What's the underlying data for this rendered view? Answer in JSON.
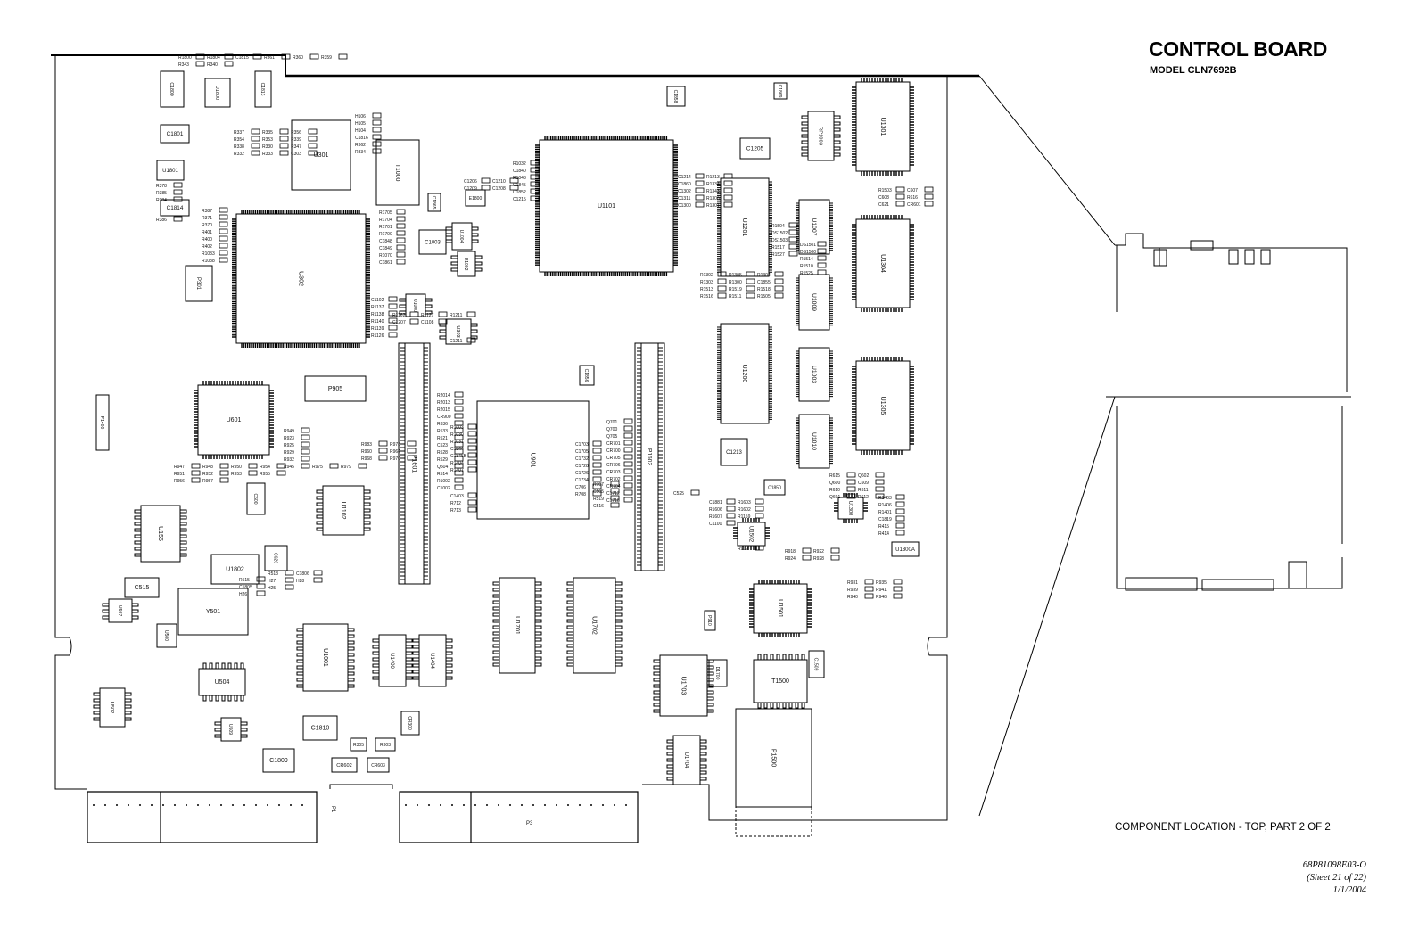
{
  "header": {
    "title": "CONTROL BOARD",
    "model": "MODEL CLN7692B"
  },
  "caption": "COMPONENT LOCATION - TOP, PART 2 OF 2",
  "footer": {
    "doc_number": "68P81098E03-O",
    "sheet": "(Sheet 21 of 22)",
    "date": "1/1/2004"
  },
  "components": [
    {
      "ref": "U302",
      "kind": "qfp"
    },
    {
      "ref": "U301",
      "kind": "bga"
    },
    {
      "ref": "U1101",
      "kind": "qfp"
    },
    {
      "ref": "U1201",
      "kind": "tsop"
    },
    {
      "ref": "U1200",
      "kind": "tsop"
    },
    {
      "ref": "U901",
      "kind": "bga"
    },
    {
      "ref": "P1601",
      "kind": "connector"
    },
    {
      "ref": "P1602",
      "kind": "connector"
    },
    {
      "ref": "U601",
      "kind": "qfp"
    },
    {
      "ref": "P905",
      "kind": "block"
    },
    {
      "ref": "P1400",
      "kind": "block"
    },
    {
      "ref": "P301",
      "kind": "block"
    },
    {
      "ref": "T1000",
      "kind": "block"
    },
    {
      "ref": "C1003",
      "kind": "block"
    },
    {
      "ref": "C1205",
      "kind": "block"
    },
    {
      "ref": "RP1003",
      "kind": "soic"
    },
    {
      "ref": "U1301",
      "kind": "qfp"
    },
    {
      "ref": "U1304",
      "kind": "qfp"
    },
    {
      "ref": "U1305",
      "kind": "qfp"
    },
    {
      "ref": "U1007",
      "kind": "tsop"
    },
    {
      "ref": "U1009",
      "kind": "tsop"
    },
    {
      "ref": "U1003",
      "kind": "tsop"
    },
    {
      "ref": "U1010",
      "kind": "tsop"
    },
    {
      "ref": "C1213",
      "kind": "block"
    },
    {
      "ref": "C1850",
      "kind": "block"
    },
    {
      "ref": "U1102",
      "kind": "soic"
    },
    {
      "ref": "U155",
      "kind": "soic"
    },
    {
      "ref": "U1802",
      "kind": "block"
    },
    {
      "ref": "C626",
      "kind": "block"
    },
    {
      "ref": "Y501",
      "kind": "block"
    },
    {
      "ref": "C515",
      "kind": "block"
    },
    {
      "ref": "U1001",
      "kind": "soic"
    },
    {
      "ref": "U1400",
      "kind": "soic"
    },
    {
      "ref": "U1404",
      "kind": "soic"
    },
    {
      "ref": "U504",
      "kind": "soic"
    },
    {
      "ref": "U1701",
      "kind": "soic"
    },
    {
      "ref": "U1702",
      "kind": "soic"
    },
    {
      "ref": "U1703",
      "kind": "soic"
    },
    {
      "ref": "U1704",
      "kind": "soic"
    },
    {
      "ref": "U1501",
      "kind": "qfp"
    },
    {
      "ref": "T1500",
      "kind": "soic"
    },
    {
      "ref": "P1500",
      "kind": "block"
    },
    {
      "ref": "C1809",
      "kind": "block"
    },
    {
      "ref": "C1810",
      "kind": "block"
    },
    {
      "ref": "U502",
      "kind": "soic"
    },
    {
      "ref": "U1502",
      "kind": "qfp"
    },
    {
      "ref": "U1300",
      "kind": "qfp"
    },
    {
      "ref": "CR602",
      "kind": "block"
    },
    {
      "ref": "CR603",
      "kind": "block"
    },
    {
      "ref": "C1800",
      "kind": "block"
    },
    {
      "ref": "C1813",
      "kind": "block"
    },
    {
      "ref": "C1801",
      "kind": "block"
    },
    {
      "ref": "C1814",
      "kind": "block"
    },
    {
      "ref": "U1800",
      "kind": "block"
    },
    {
      "ref": "U1801",
      "kind": "block"
    },
    {
      "ref": "C1858",
      "kind": "block"
    },
    {
      "ref": "C1869",
      "kind": "block"
    },
    {
      "ref": "C1856",
      "kind": "block"
    },
    {
      "ref": "C600",
      "kind": "block"
    },
    {
      "ref": "U303",
      "kind": "soic"
    },
    {
      "ref": "U1000",
      "kind": "soic"
    },
    {
      "ref": "U1004",
      "kind": "soic"
    },
    {
      "ref": "U1002",
      "kind": "soic"
    },
    {
      "ref": "U1300A",
      "kind": "block"
    },
    {
      "ref": "D1700",
      "kind": "block"
    },
    {
      "ref": "C1509",
      "kind": "block"
    },
    {
      "ref": "R305",
      "kind": "block"
    },
    {
      "ref": "R303",
      "kind": "block"
    },
    {
      "ref": "CR300",
      "kind": "block"
    },
    {
      "ref": "U507",
      "kind": "soic"
    },
    {
      "ref": "U509",
      "kind": "soic"
    },
    {
      "ref": "U500",
      "kind": "block"
    },
    {
      "ref": "C1865",
      "kind": "block"
    },
    {
      "ref": "E1800",
      "kind": "block"
    },
    {
      "ref": "P910",
      "kind": "block"
    }
  ],
  "small_parts": [
    "R1800",
    "R1804",
    "C1815",
    "R361",
    "R360",
    "R359",
    "R343",
    "R340",
    "R337",
    "R335",
    "R356",
    "R354",
    "R353",
    "R339",
    "R338",
    "R330",
    "R347",
    "R332",
    "R333",
    "C303",
    "H106",
    "H105",
    "H104",
    "C1816",
    "R362",
    "R334",
    "R378",
    "R385",
    "R384",
    "R386",
    "R387",
    "R371",
    "R370",
    "R401",
    "R400",
    "R402",
    "R1033",
    "R1038",
    "R1705",
    "R1704",
    "R1701",
    "R1700",
    "C1848",
    "C1849",
    "R1070",
    "C1861",
    "C1102",
    "R1137",
    "R1138",
    "R1140",
    "R1139",
    "R1126",
    "R1162",
    "R1127",
    "R1211",
    "C1207",
    "C1108",
    "C1211",
    "C1206",
    "C1210",
    "C1209",
    "C1208",
    "R1032",
    "C1840",
    "R1043",
    "C1845",
    "C1852",
    "C1215",
    "C1214",
    "R1213",
    "C1860",
    "R1334",
    "C1302",
    "R1343",
    "C1311",
    "R1306",
    "C1300",
    "R1301",
    "R1302",
    "R1305",
    "R1304",
    "R1303",
    "R1300",
    "C1855",
    "R1513",
    "R1519",
    "R1518",
    "R1516",
    "R1511",
    "R1505",
    "R1504",
    "DS1501",
    "DS1502",
    "DS1500",
    "DS1503",
    "R1514",
    "R1517",
    "R1510",
    "R1527",
    "R1525",
    "R1503",
    "C607",
    "C608",
    "R616",
    "C621",
    "CR601",
    "R615",
    "Q602",
    "Q600",
    "C609",
    "R610",
    "R611",
    "Q601",
    "R612",
    "R1403",
    "R1406",
    "R1401",
    "C1819",
    "R415",
    "R414",
    "C1881",
    "R1603",
    "R1606",
    "R1602",
    "R1607",
    "R1159",
    "C1100",
    "R919",
    "R918",
    "R922",
    "R924",
    "R928",
    "R931",
    "R935",
    "R939",
    "R941",
    "R940",
    "R946",
    "R949",
    "R923",
    "R925",
    "R929",
    "R932",
    "R945",
    "R947",
    "R948",
    "R950",
    "R954",
    "R951",
    "R952",
    "R953",
    "R955",
    "R956",
    "R957",
    "R983",
    "R978",
    "R960",
    "R964",
    "R968",
    "R970",
    "R975",
    "R979",
    "R2014",
    "R2013",
    "R2015",
    "CR900",
    "R636",
    "R533",
    "R521",
    "C523",
    "R528",
    "R529",
    "Q504",
    "R514",
    "R1002",
    "C1002",
    "R1003",
    "R1030",
    "R1031",
    "C1844",
    "C1845B",
    "R1404",
    "R1407",
    "C1403",
    "R712",
    "R713",
    "Q701",
    "Q700",
    "Q705",
    "CR701",
    "CR700",
    "CR705",
    "CR706",
    "CR703",
    "CR702",
    "CR704",
    "C1712",
    "C1718",
    "C1703",
    "C1705",
    "C1732",
    "C1728",
    "C1726",
    "C1734",
    "C706",
    "R708",
    "R707",
    "C505",
    "R519",
    "C516",
    "C525",
    "R515",
    "R518",
    "C1806",
    "C1805",
    "H27",
    "H28",
    "H26",
    "H25"
  ],
  "connectors": [
    {
      "ref": "P1"
    },
    {
      "ref": "P3"
    }
  ]
}
